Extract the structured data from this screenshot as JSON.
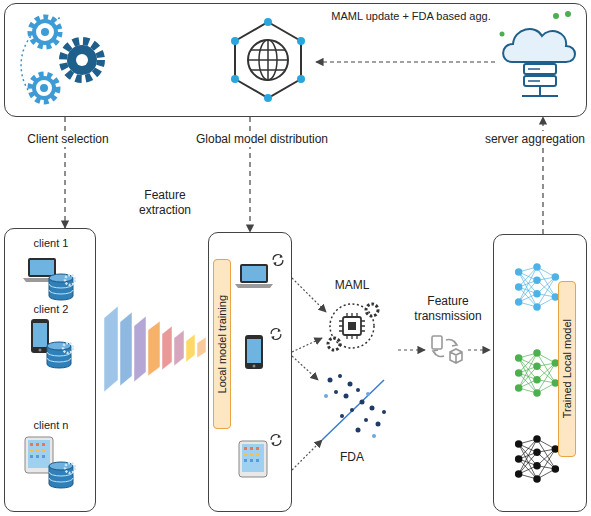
{
  "diagram": {
    "nodes": [
      {
        "text": [
          "MAML update + FDA based agg."
        ]
      },
      {
        "text": [
          "client 1",
          "client 2",
          "client n"
        ]
      },
      {
        "text": [
          "Local model training"
        ]
      },
      {
        "text": [
          "Trained Local model"
        ]
      }
    ],
    "edges": [
      {
        "from": 0,
        "to": 1,
        "label": "Client selection",
        "arrow": "to"
      },
      {
        "from": 0,
        "to": 2,
        "label": "Global model distribution",
        "arrow": "to"
      },
      {
        "from": 3,
        "to": 0,
        "label": "server aggregation",
        "arrow": "to"
      }
    ],
    "labels": [
      "Feature extraction",
      "MAML",
      "Feature transmission",
      "FDA"
    ]
  }
}
